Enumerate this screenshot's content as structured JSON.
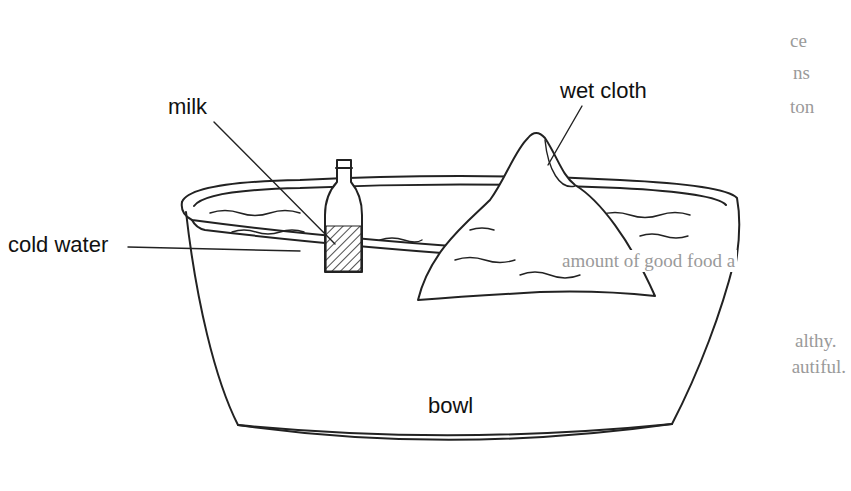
{
  "diagram": {
    "labels": [
      "ce",
      "ns",
      "ton",
      "wet cloth",
      "milk",
      "cold water",
      "amount of good food a",
      "althy.",
      "autiful.",
      "bowl"
    ]
  }
}
